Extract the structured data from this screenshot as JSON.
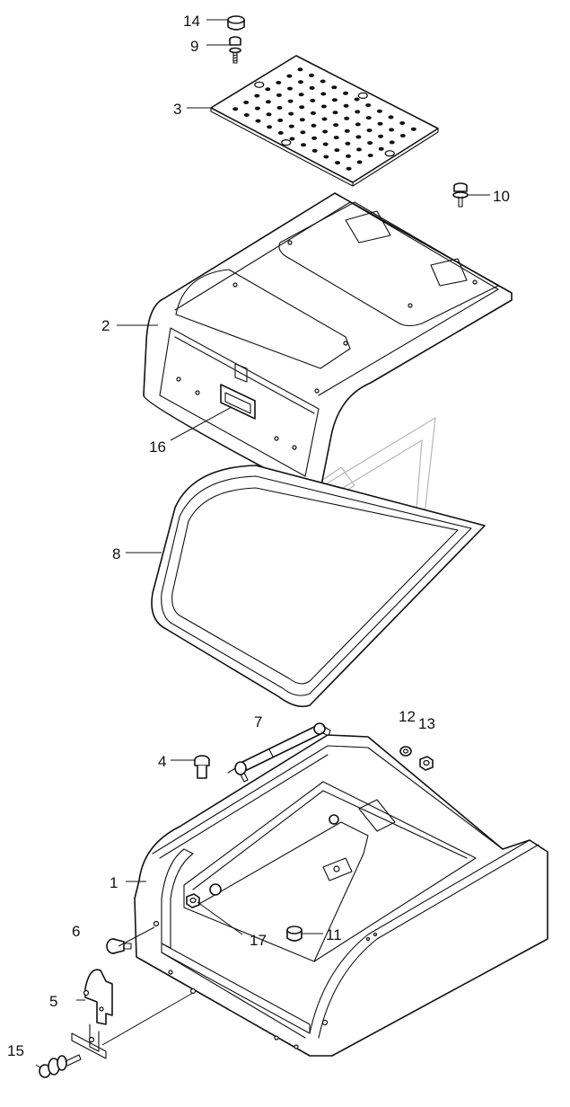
{
  "callouts": [
    {
      "id": "14",
      "label": "14"
    },
    {
      "id": "9",
      "label": "9"
    },
    {
      "id": "3",
      "label": "3"
    },
    {
      "id": "10",
      "label": "10"
    },
    {
      "id": "2",
      "label": "2"
    },
    {
      "id": "16",
      "label": "16"
    },
    {
      "id": "8",
      "label": "8"
    },
    {
      "id": "7",
      "label": "7"
    },
    {
      "id": "12",
      "label": "12"
    },
    {
      "id": "13",
      "label": "13"
    },
    {
      "id": "4",
      "label": "4"
    },
    {
      "id": "1",
      "label": "1"
    },
    {
      "id": "6",
      "label": "6"
    },
    {
      "id": "17",
      "label": "17"
    },
    {
      "id": "11",
      "label": "11"
    },
    {
      "id": "5",
      "label": "5"
    },
    {
      "id": "15",
      "label": "15"
    }
  ],
  "colors": {
    "ink": "#111111",
    "background": "#ffffff",
    "watermark": "#b7b7b7"
  }
}
